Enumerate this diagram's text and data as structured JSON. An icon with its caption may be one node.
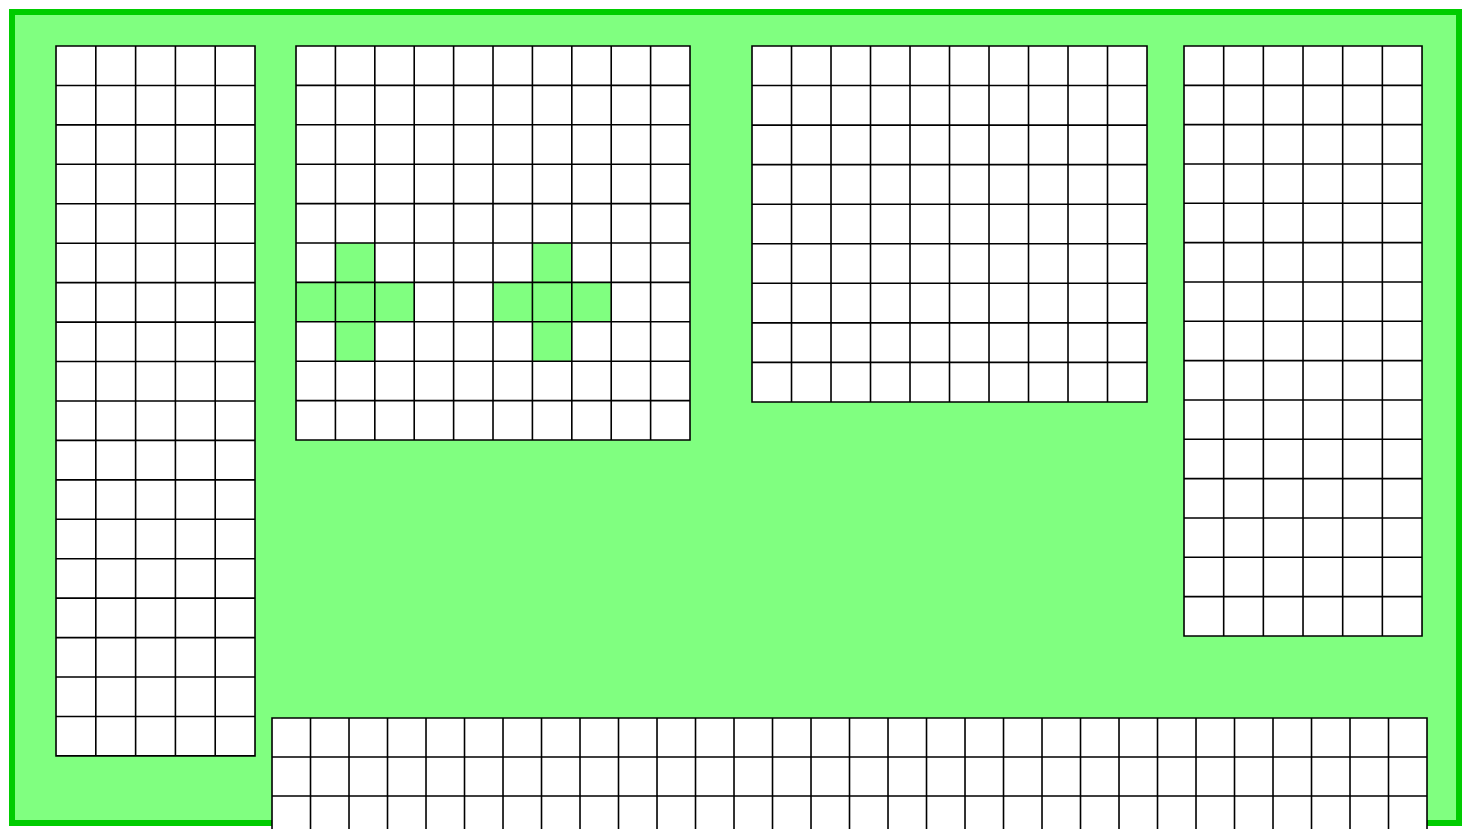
{
  "diagram": {
    "nodes": [
      {
        "text": [],
        "shape": "box"
      },
      {
        "text": [],
        "shape": "grid",
        "in": 0
      },
      {
        "text": [],
        "shape": "grid",
        "in": 0
      },
      {
        "text": [],
        "shape": "grid",
        "in": 0
      },
      {
        "text": [],
        "shape": "grid",
        "in": 0
      },
      {
        "text": [],
        "shape": "grid"
      }
    ]
  }
}
